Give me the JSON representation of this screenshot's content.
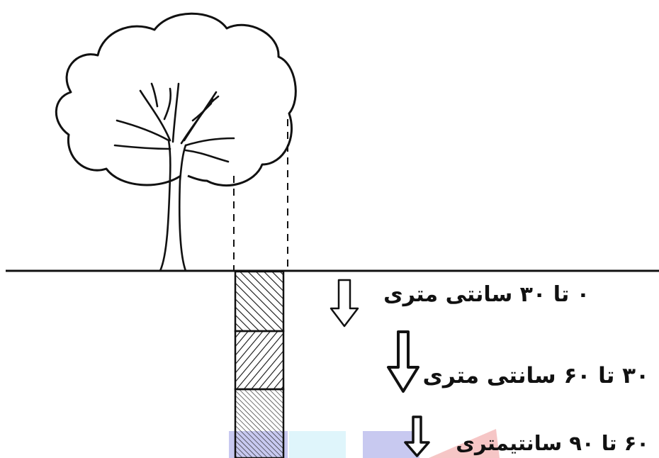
{
  "labels": {
    "layer_1": "۰ تا ۳۰ سانتی متری",
    "layer_2": "۳۰ تا ۶۰ سانتی متری",
    "layer_3": "۶۰ تا ۹۰ سانتیمتری"
  },
  "colors": {
    "ink": "#111111",
    "watermark_blue": "#c8c9f0",
    "watermark_cyan": "#dff5fb",
    "watermark_red": "#f6c6c6"
  }
}
